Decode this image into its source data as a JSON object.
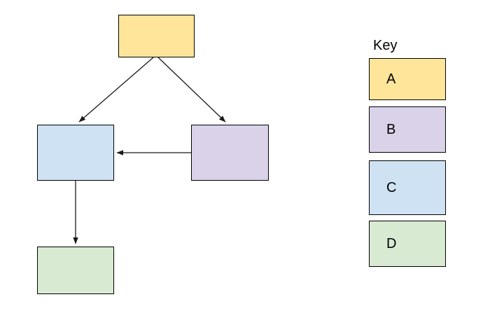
{
  "colors": {
    "background": "#FFFFFF",
    "box_border": "#000000",
    "arrow": "#1A1A1A"
  },
  "diagram": {
    "nodes": [
      {
        "id": "A",
        "fill": "#FFE599",
        "color_name": "yellow"
      },
      {
        "id": "B",
        "fill": "#D9D2E9",
        "color_name": "purple"
      },
      {
        "id": "C",
        "fill": "#CFE2F3",
        "color_name": "blue"
      },
      {
        "id": "D",
        "fill": "#D9EAD3",
        "color_name": "green"
      }
    ],
    "edges": [
      {
        "from": "A",
        "to": "C"
      },
      {
        "from": "A",
        "to": "B"
      },
      {
        "from": "B",
        "to": "C"
      },
      {
        "from": "C",
        "to": "D"
      }
    ]
  },
  "legend": {
    "title": "Key",
    "items": [
      {
        "label": "A",
        "fill": "#FFE599"
      },
      {
        "label": "B",
        "fill": "#D9D2E9"
      },
      {
        "label": "C",
        "fill": "#CFE2F3"
      },
      {
        "label": "D",
        "fill": "#D9EAD3"
      }
    ]
  }
}
